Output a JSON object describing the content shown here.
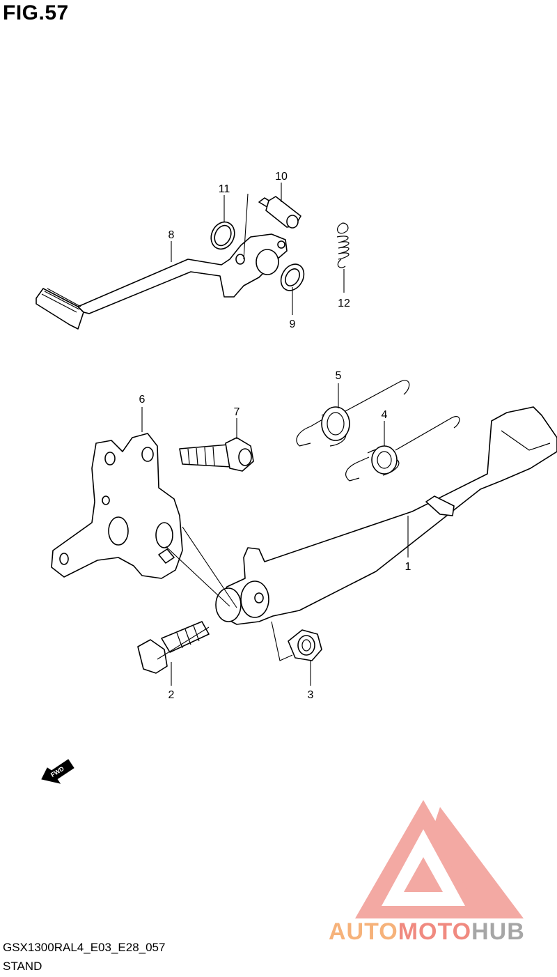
{
  "figure": {
    "title": "FIG.57"
  },
  "callouts": [
    {
      "id": "1",
      "label": "1"
    },
    {
      "id": "2",
      "label": "2"
    },
    {
      "id": "3",
      "label": "3"
    },
    {
      "id": "4",
      "label": "4"
    },
    {
      "id": "5",
      "label": "5"
    },
    {
      "id": "6",
      "label": "6"
    },
    {
      "id": "7",
      "label": "7"
    },
    {
      "id": "8",
      "label": "8"
    },
    {
      "id": "9",
      "label": "9"
    },
    {
      "id": "10",
      "label": "10"
    },
    {
      "id": "11",
      "label": "11"
    },
    {
      "id": "12",
      "label": "12"
    }
  ],
  "direction_arrow": {
    "label": "FWD"
  },
  "footer": {
    "model_code": "GSX1300RAL4_E03_E28_057",
    "section_name": "STAND"
  },
  "watermark": {
    "part1": "AUTO",
    "part2": "MOTO",
    "part3": "HUB",
    "colors": {
      "light": "#f6b27a",
      "salmon": "#f08a80",
      "gray": "#a6a6a6"
    }
  }
}
